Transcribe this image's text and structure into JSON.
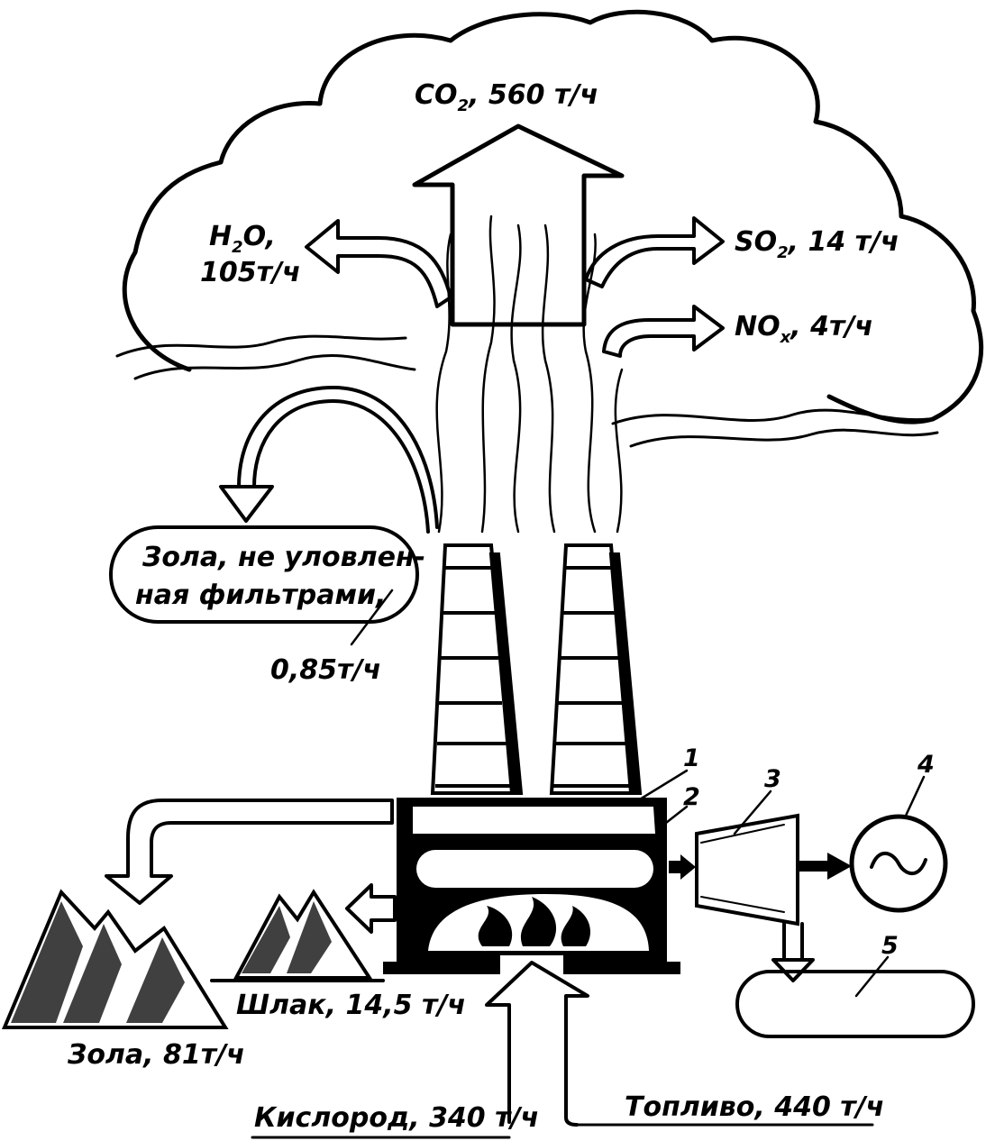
{
  "emissions": {
    "co2": {
      "formula": "CO",
      "sub": "2",
      "rate": ", 560 т/ч"
    },
    "h2o": {
      "formula_a": "H",
      "sub": "2",
      "formula_b": "O,",
      "rate": "105т/ч"
    },
    "so2": {
      "formula": "SO",
      "sub": "2",
      "rate": ", 14 т/ч"
    },
    "nox": {
      "formula": "NO",
      "sub": "x",
      "rate": ",  4т/ч"
    }
  },
  "ash_unfiltered": {
    "line1": "Зола, не уловлен-",
    "line2": "ная фильтрами,",
    "rate": "0,85т/ч"
  },
  "slag": "Шлак, 14,5 т/ч",
  "ash": "Зола, 81т/ч",
  "oxygen": "Кислород, 340 т/ч",
  "fuel": "Топливо, 440 т/ч",
  "component_numbers": [
    "1",
    "2",
    "3",
    "4",
    "5"
  ],
  "colors": {
    "ink": "#000000",
    "paper": "#ffffff"
  }
}
